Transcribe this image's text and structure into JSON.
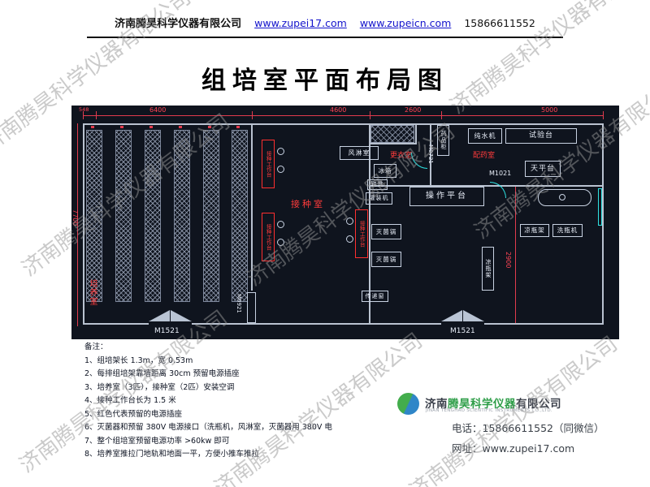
{
  "header": {
    "company": "济南腾昊科学仪器有限公司",
    "link1": "www.zupei17.com",
    "link2": "www.zupeicn.com",
    "phone": "15866611552"
  },
  "title": "组培室平面布局图",
  "watermark": {
    "text": "济南腾昊科学仪器有限公司"
  },
  "plan": {
    "dims": {
      "d548": "548",
      "d6400": "6400",
      "d4600": "4600",
      "d2600": "2600",
      "d5000": "5000",
      "d7700": "7700",
      "d2900": "2900"
    },
    "rooms": {
      "culture": "培养室",
      "inoculation": "接种室",
      "air_shower": "风淋室",
      "changing": "更衣室",
      "dispensing": "配药室"
    },
    "equipment": {
      "workbench": "接种工作台",
      "medicine_cabinet": "药品柜",
      "pure_water": "纯水机",
      "test_bench": "试验台",
      "balance": "天平台",
      "platform": "操作平台",
      "fridge": "冰箱",
      "shoe_bench": "鞋凳",
      "filler": "灌装机",
      "sterilizer": "灭菌锅",
      "pass_window": "传递窗",
      "cool_rack": "凉瓶架",
      "washer": "洗瓶机"
    },
    "doors": {
      "m1521": "M1521",
      "m0921": "M0921",
      "m0721": "M0721",
      "m1021": "M1021"
    }
  },
  "notes": {
    "heading": "备注：",
    "items": [
      "1、组培架长 1.3m，宽 0.53m",
      "2、每排组培架靠墙距离 30cm 预留电源插座",
      "3、培养室（3匹），接种室（2匹）安装空调",
      "4、接种工作台长为 1.5 米",
      "5、红色代表预留的电源插座",
      "6、灭菌器和预留 380V 电源接口（洗瓶机，风淋室，灭菌器用 380V 电",
      "7、整个组培室预留电源功率 >60kw 即可",
      "8、培养室推拉门地轨和地面一平，方便小推车推拉"
    ]
  },
  "footer": {
    "company_prefix": "济南",
    "company_mid": "腾昊科学仪器",
    "company_suffix": "有限公司",
    "company_en": "JINAN TENGHAO SCIENTIFIC INSTRUMENTS CO.,LTD.",
    "phone_label": "电话：",
    "phone_value": "15866611552（同微信）",
    "web_label": "网址：",
    "web_value": "www.zupei17.com"
  },
  "colors": {
    "brand_green": "#2f9e49",
    "cad_red": "#e23b4e",
    "cad_cyan": "#2fe3e3"
  }
}
